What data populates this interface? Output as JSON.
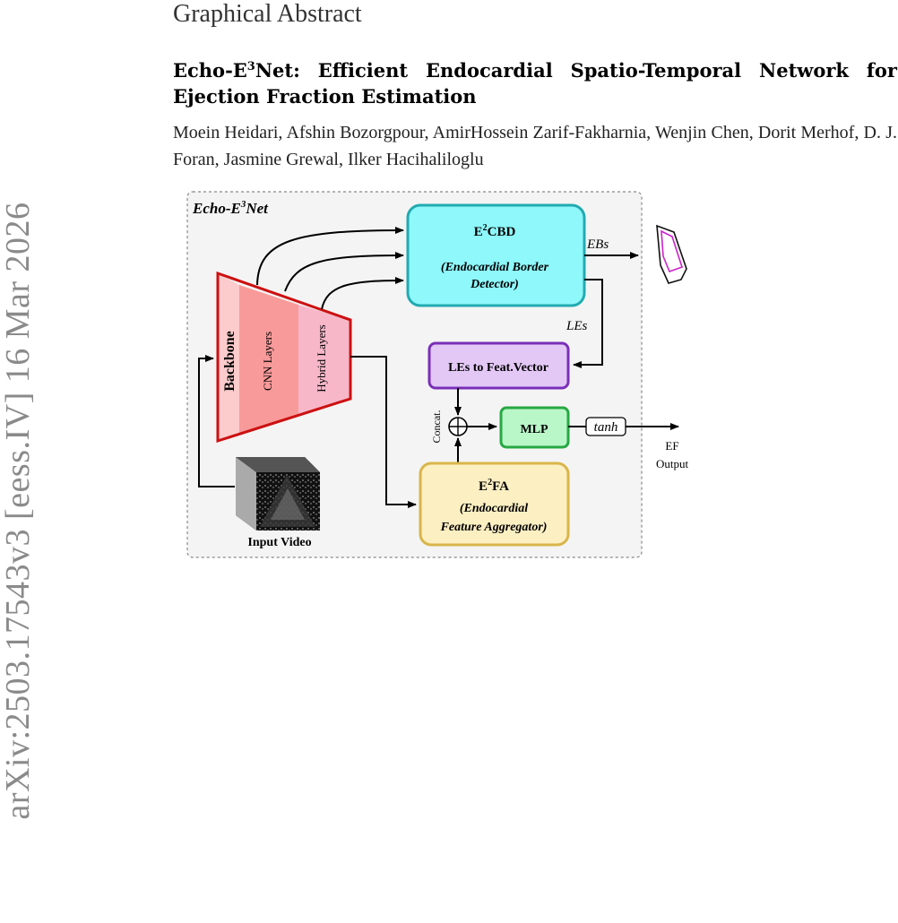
{
  "arxiv_stamp": "arXiv:2503.17543v3  [eess.IV]  16 Mar 2026",
  "section_heading": "Graphical Abstract",
  "title": {
    "prefix": "Echo-E",
    "sup": "3",
    "rest": "Net:  Efficient Endocardial Spatio-Temporal Network for Ejection Fraction Estimation"
  },
  "authors": "Moein Heidari, Afshin Bozorgpour, AmirHossein Zarif-Fakharnia, Wenjin Chen, Dorit Merhof, D. J. Foran, Jasmine Grewal, Ilker Hacihaliloglu",
  "figure": {
    "frame_label": {
      "prefix": "Echo-E",
      "sup": "3",
      "rest": "Net"
    },
    "backbone": {
      "label": "Backbone",
      "cnn": "CNN Layers",
      "hybrid": "Hybrid Layers"
    },
    "cbd": {
      "title_prefix": "E",
      "title_sup": "2",
      "title_rest": "CBD",
      "line1": "(Endocardial Border",
      "line2": "Detector)"
    },
    "ebs_label": "EBs",
    "les_label": "LEs",
    "les_box": "LEs to Feat.Vector",
    "concat_label": "Concat.",
    "mlp": "MLP",
    "tanh": "tanh",
    "output": {
      "line1": "EF",
      "line2": "Output"
    },
    "fa": {
      "title_prefix": "E",
      "title_sup": "2",
      "title_rest": "FA",
      "line1": "(Endocardial",
      "line2": "Feature Aggregator)"
    },
    "input_video": "Input Video",
    "colors": {
      "frame_bg": "#f4f4f4",
      "cbd_fill": "#8ef8fb",
      "cbd_stroke": "#22aab0",
      "les_fill": "#e3c8f6",
      "les_stroke": "#7a2fb8",
      "mlp_fill": "#b9f6c8",
      "mlp_stroke": "#27a843",
      "fa_fill": "#fcefc2",
      "fa_stroke": "#d9b54a",
      "backbone_stroke": "#cc1111",
      "backbone_fill1": "#fccccc",
      "backbone_fill2": "#f99a9a",
      "backbone_fill3": "#f7b7c9",
      "border_outer": "#111111",
      "border_inner": "#cc22cc"
    }
  }
}
